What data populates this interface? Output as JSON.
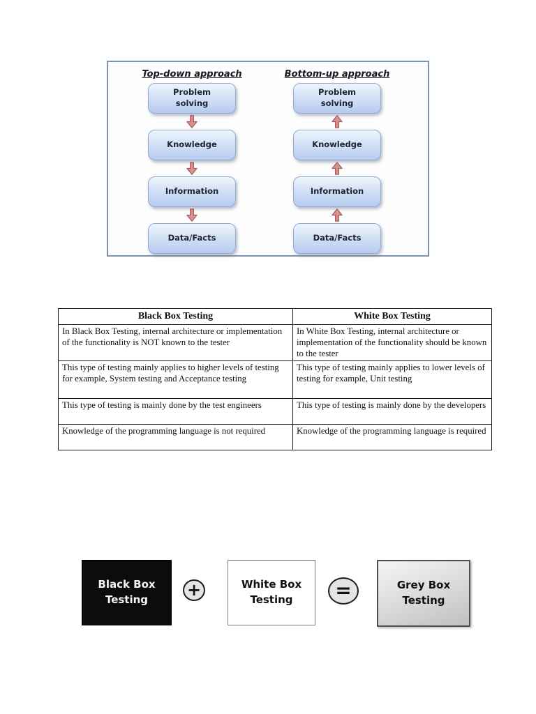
{
  "diagram": {
    "columns": [
      {
        "title": "Top-down approach",
        "direction": "down",
        "boxes": [
          "Problem\nsolving",
          "Knowledge",
          "Information",
          "Data/Facts"
        ]
      },
      {
        "title": "Bottom-up approach",
        "direction": "up",
        "boxes": [
          "Problem\nsolving",
          "Knowledge",
          "Information",
          "Data/Facts"
        ]
      }
    ],
    "colors": {
      "panel_border": "#7d90ad",
      "box_fill_top": "#eef4fc",
      "box_fill_bottom": "#b5cbee",
      "box_border": "#93a9cf",
      "arrow_fill": "#d9908e",
      "arrow_stroke": "#a25b59"
    }
  },
  "table": {
    "headers": [
      "Black Box Testing",
      "White Box Testing"
    ],
    "rows": [
      [
        "In Black Box Testing, internal architecture or implementation of the functionality is NOT known to the tester",
        "In White Box Testing, internal architecture or implementation of the functionality should be known to the tester"
      ],
      [
        "This type of testing mainly applies to higher levels of testing for example, System testing and Acceptance testing",
        "This type of testing mainly applies to lower levels of testing for example, Unit testing"
      ],
      [
        "This type of testing is mainly done by the test engineers",
        "This type of testing is mainly done by the developers"
      ],
      [
        "Knowledge of the programming language is not required",
        "Knowledge of the programming language is required"
      ]
    ]
  },
  "equation": {
    "boxes": [
      {
        "label": "Black Box\nTesting",
        "variant": "black",
        "fill": "#0c0c0c"
      },
      {
        "label": "White Box\nTesting",
        "variant": "white",
        "fill": "#ffffff"
      },
      {
        "label": "Grey Box\nTesting",
        "variant": "grey",
        "fill": "#cfcfcf"
      }
    ],
    "operators": [
      {
        "symbol": "+"
      },
      {
        "symbol": "="
      }
    ]
  }
}
